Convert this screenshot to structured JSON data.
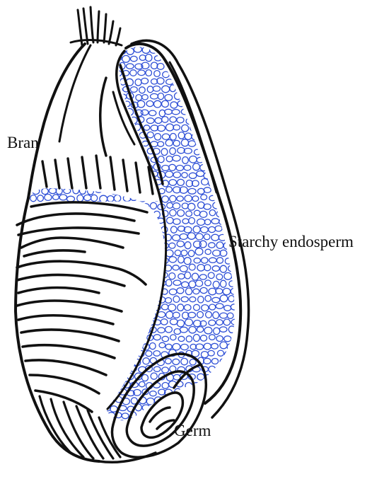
{
  "labels": {
    "bran": "Bran",
    "endosperm": "Starchy endosperm",
    "germ": "Germ"
  },
  "colors": {
    "ink": "#111111",
    "cells": "#2e4fd6",
    "background": "#ffffff"
  }
}
